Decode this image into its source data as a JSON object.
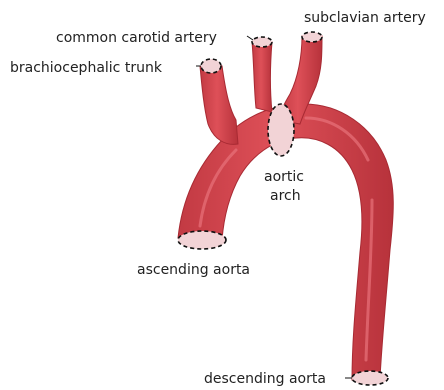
{
  "labels": {
    "subclavian_artery": "subclavian artery",
    "common_carotid_artery": "common carotid artery",
    "brachiocephalic_trunk": "brachiocephalic trunk",
    "aortic_arch_line1": "aortic",
    "aortic_arch_line2": "arch",
    "ascending_aorta": "ascending aorta",
    "descending_aorta": "descending aorta"
  },
  "colors": {
    "vessel": "#d94a52",
    "vessel_shadow": "#b8323a",
    "outlet_fill": "#f2d3d6",
    "label_text": "#222222"
  }
}
